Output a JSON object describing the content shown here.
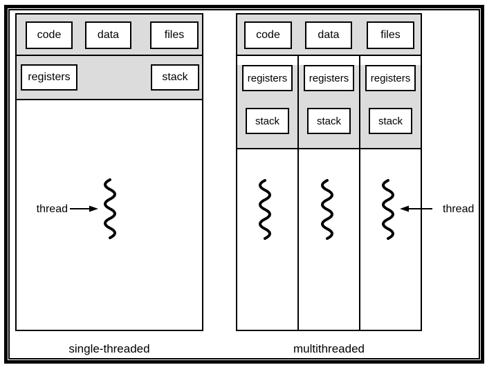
{
  "figure": {
    "single": {
      "caption": "single-threaded",
      "code": "code",
      "data": "data",
      "files": "files",
      "registers": "registers",
      "stack": "stack",
      "thread_label": "thread"
    },
    "multi": {
      "caption": "multithreaded",
      "code": "code",
      "data": "data",
      "files": "files",
      "columns": [
        {
          "registers": "registers",
          "stack": "stack"
        },
        {
          "registers": "registers",
          "stack": "stack"
        },
        {
          "registers": "registers",
          "stack": "stack"
        }
      ],
      "thread_label": "thread"
    },
    "colors": {
      "section_bg": "#dcdcdc",
      "line": "#000000",
      "box_bg": "#ffffff"
    }
  }
}
